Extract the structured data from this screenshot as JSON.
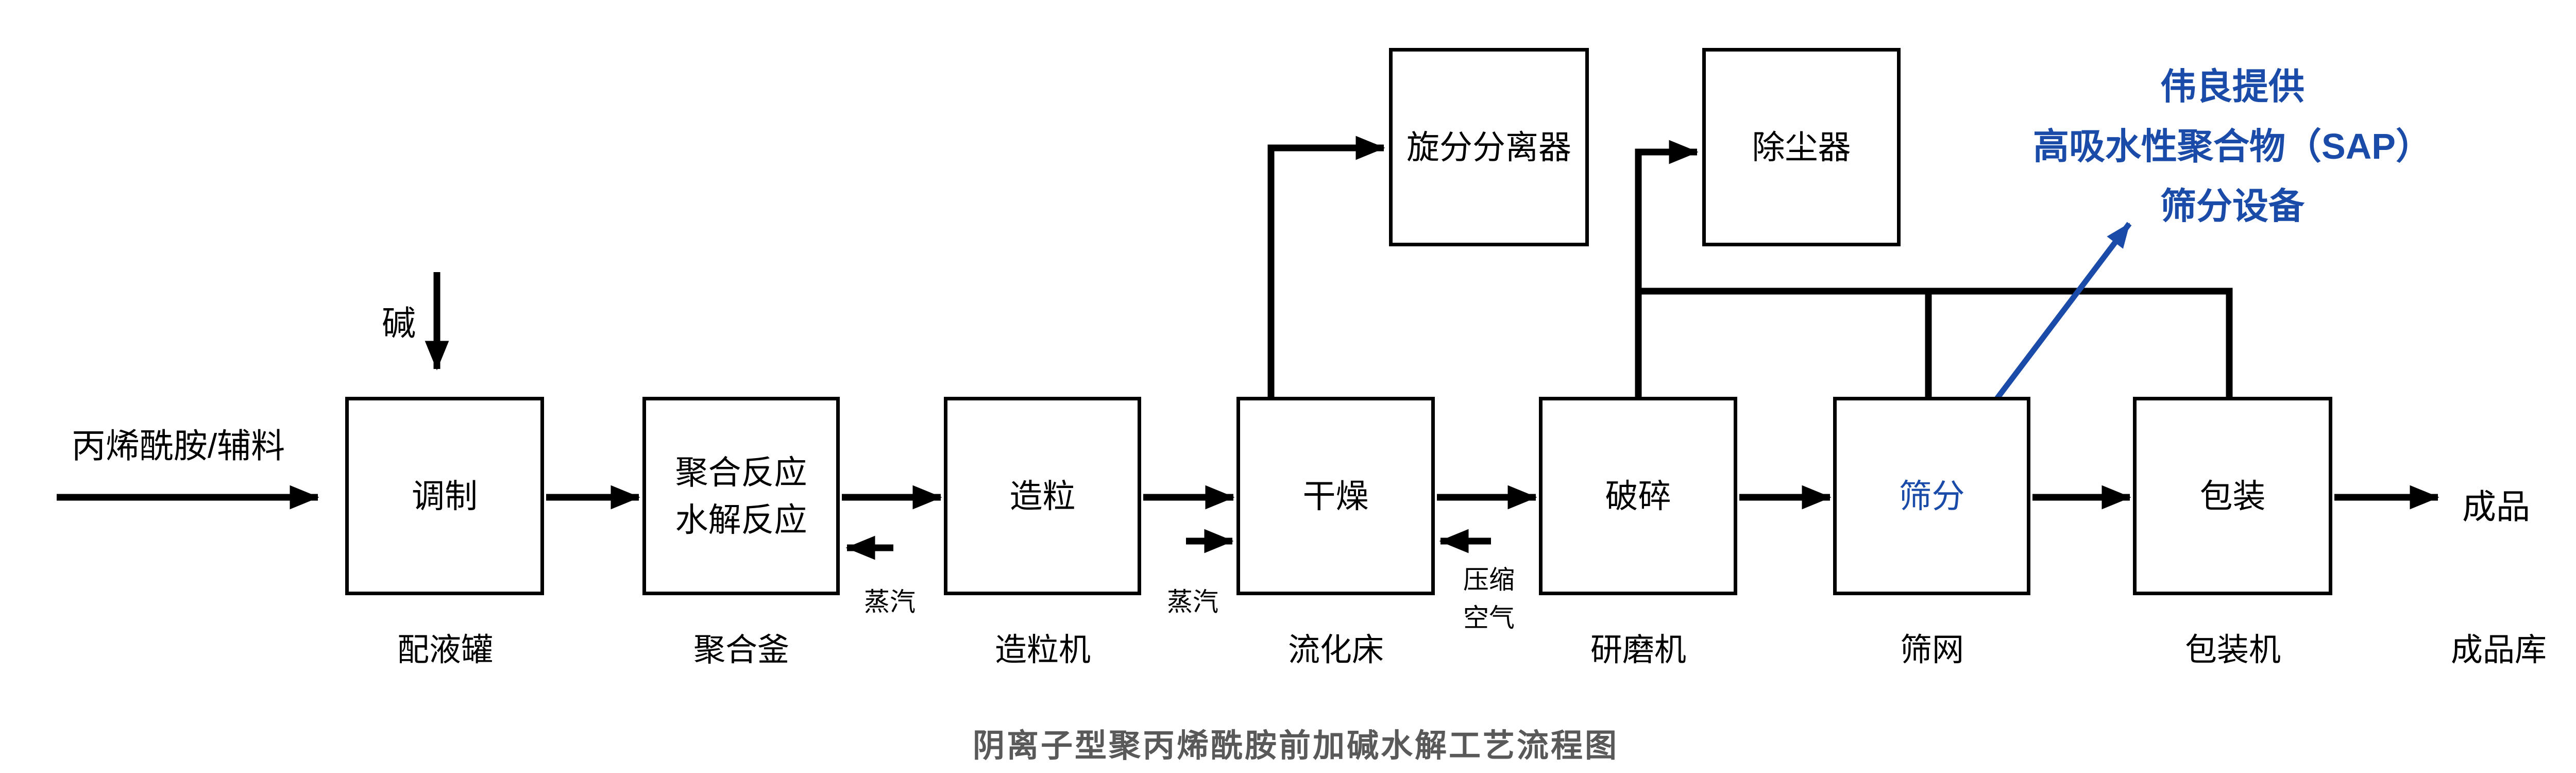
{
  "diagram": {
    "caption": "阴离子型聚丙烯酰胺前加碱水解工艺流程图",
    "feed_label": "丙烯酰胺/辅料",
    "alkali_label": "碱",
    "steam_label_1": "蒸汽",
    "steam_label_2": "蒸汽",
    "compressed_air_line1": "压缩",
    "compressed_air_line2": "空气",
    "product_label": "成品",
    "warehouse_label": "成品库"
  },
  "boxes": {
    "tiaozhi": {
      "label": "调制",
      "equipment": "配液罐"
    },
    "juhe": {
      "line1": "聚合反应",
      "line2": "水解反应",
      "equipment": "聚合釜"
    },
    "zaoli": {
      "label": "造粒",
      "equipment": "造粒机"
    },
    "ganzao": {
      "label": "干燥",
      "equipment": "流化床"
    },
    "posui": {
      "label": "破碎",
      "equipment": "研磨机"
    },
    "shaifen": {
      "label": "筛分",
      "equipment": "筛网"
    },
    "baozhuang": {
      "label": "包装",
      "equipment": "包装机"
    },
    "xuanfeng": {
      "label": "旋分分离器"
    },
    "chuchen": {
      "label": "除尘器"
    }
  },
  "callout": {
    "line1": "伟良提供",
    "line2": "高吸水性聚合物（SAP）",
    "line3": "筛分设备"
  },
  "colors": {
    "accent_blue": "#1a4ba8",
    "caption_gray": "#595959",
    "line_black": "#000000"
  }
}
